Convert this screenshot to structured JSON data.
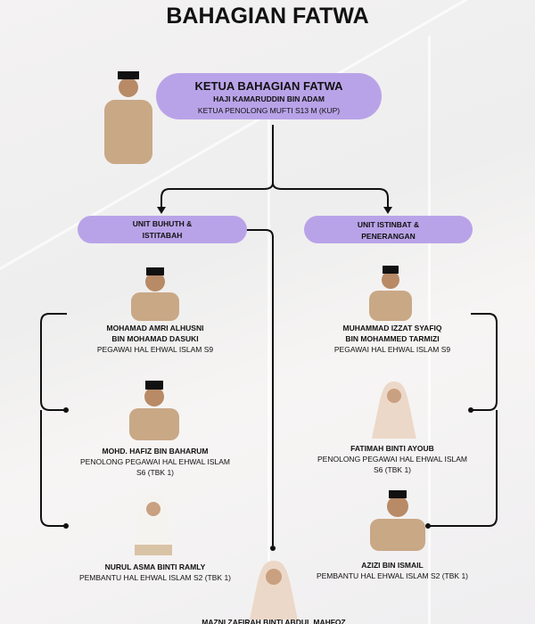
{
  "title": "BAHAGIAN FATWA",
  "head": {
    "heading": "KETUA BAHAGIAN FATWA",
    "name": "HAJI KAMARUDDIN BIN ADAM",
    "role": "KETUA PENOLONG MUFTI S13 M (KUP)"
  },
  "units": [
    {
      "line1": "UNIT BUHUTH &",
      "line2": "ISTITABAH"
    },
    {
      "line1": "UNIT ISTINBAT &",
      "line2": "PENERANGAN"
    }
  ],
  "people": [
    {
      "name1": "MOHAMAD AMRI ALHUSNI",
      "name2": "BIN MOHAMAD DASUKI",
      "role1": "PEGAWAI HAL EHWAL ISLAM S9",
      "role2": ""
    },
    {
      "name1": "MOHD. HAFIZ BIN BAHARUM",
      "name2": "",
      "role1": "PENOLONG PEGAWAI HAL EHWAL ISLAM",
      "role2": "S6 (TBK 1)"
    },
    {
      "name1": "NURUL ASMA BINTI RAMLY",
      "name2": "",
      "role1": "PEMBANTU HAL EHWAL ISLAM S2 (TBK 1)",
      "role2": ""
    },
    {
      "name1": "MUHAMMAD IZZAT SYAFIQ",
      "name2": "BIN MOHAMMED TARMIZI",
      "role1": "PEGAWAI HAL EHWAL ISLAM S9",
      "role2": ""
    },
    {
      "name1": "FATIMAH BINTI AYOUB",
      "name2": "",
      "role1": "PENOLONG PEGAWAI HAL EHWAL ISLAM",
      "role2": "S6 (TBK 1)"
    },
    {
      "name1": "AZIZI BIN ISMAIL",
      "name2": "",
      "role1": "PEMBANTU HAL EHWAL ISLAM S2 (TBK 1)",
      "role2": ""
    },
    {
      "name1": "MAZNI ZAFIRAH BINTI ABDUL MAHFOZ",
      "name2": "",
      "role1": "",
      "role2": ""
    }
  ],
  "colors": {
    "pill": "#b9a3e8",
    "uniform": "#c9a886",
    "hijab": "#ecd8c8"
  }
}
